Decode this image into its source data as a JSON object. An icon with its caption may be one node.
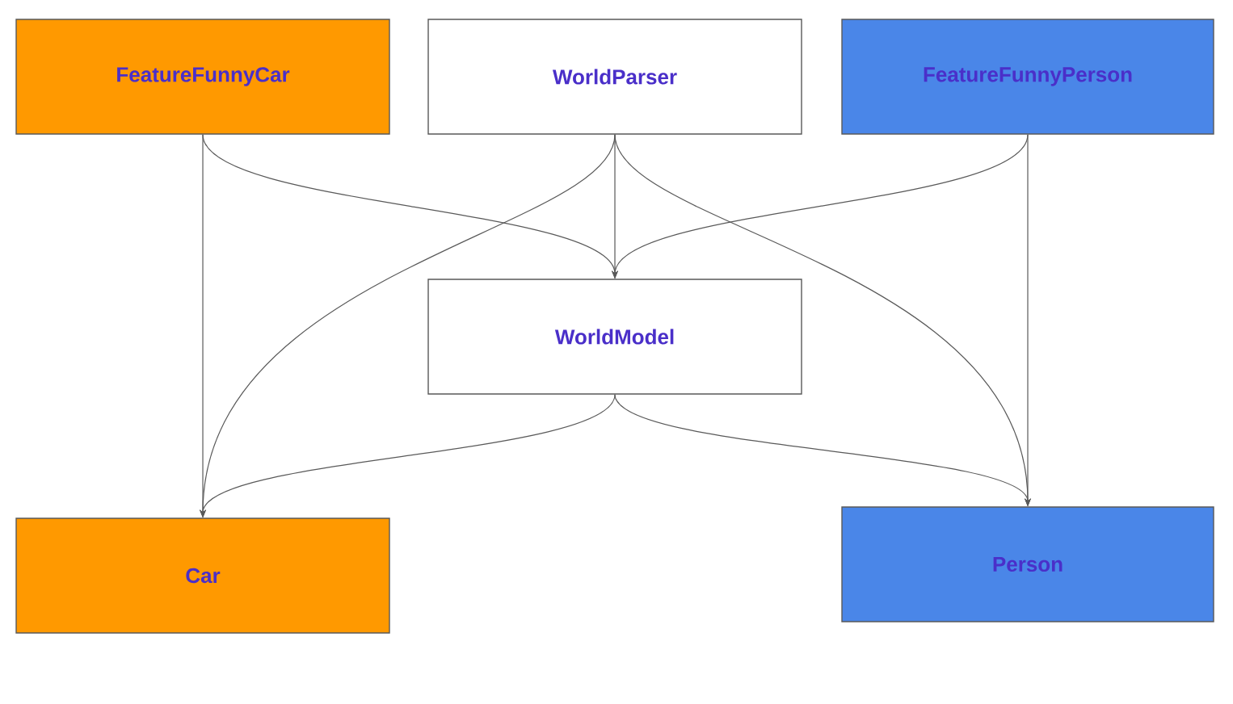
{
  "diagram": {
    "nodes": [
      {
        "text": [
          "FeatureFunnyCar"
        ]
      },
      {
        "text": [
          "WorldParser"
        ]
      },
      {
        "text": [
          "FeatureFunnyPerson"
        ]
      },
      {
        "text": [
          "WorldModel"
        ]
      },
      {
        "text": [
          "Car"
        ]
      },
      {
        "text": [
          "Person"
        ]
      }
    ],
    "edges": [
      {
        "from": 0,
        "to": 4,
        "arrow": "to"
      },
      {
        "from": 0,
        "to": 3,
        "arrow": "to"
      },
      {
        "from": 1,
        "to": 3,
        "arrow": "to"
      },
      {
        "from": 1,
        "to": 4,
        "arrow": "to"
      },
      {
        "from": 1,
        "to": 5,
        "arrow": "to"
      },
      {
        "from": 2,
        "to": 3,
        "arrow": "to"
      },
      {
        "from": 2,
        "to": 5,
        "arrow": "to"
      },
      {
        "from": 3,
        "to": 4,
        "arrow": "to"
      },
      {
        "from": 3,
        "to": 5,
        "arrow": "to"
      }
    ]
  }
}
